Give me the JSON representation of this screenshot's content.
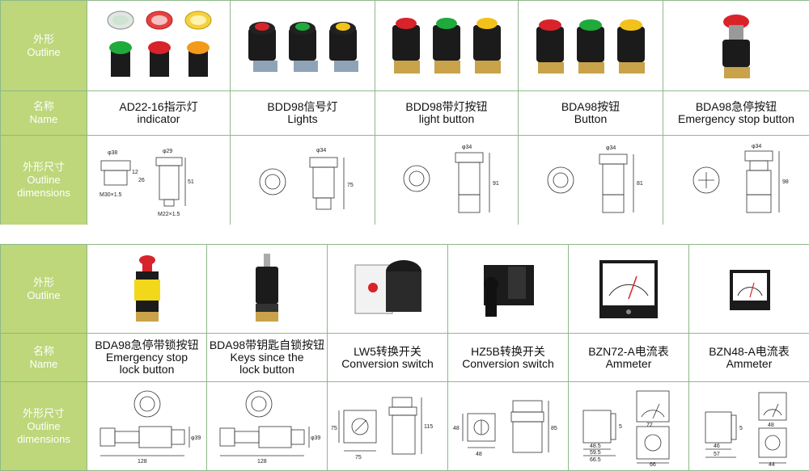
{
  "colors": {
    "header_bg": "#bdd77a",
    "grid": "#8fb88a",
    "red": "#d8232a",
    "green": "#1faa3c",
    "yellow": "#f2c21a",
    "black": "#1b1b1b"
  },
  "row_labels": {
    "outline": {
      "zh": "外形",
      "en": "Outline"
    },
    "name": {
      "zh": "名称",
      "en": "Name"
    },
    "dims": {
      "zh": "外形尺寸",
      "en1": "Outline",
      "en2": "dimensions"
    }
  },
  "table1": [
    {
      "zh": "AD22-16指示灯",
      "en": "indicator",
      "dims": [
        "φ38",
        "12",
        "26",
        "M30×1.5",
        "φ29",
        "51",
        "M22×1.5"
      ]
    },
    {
      "zh": "BDD98信号灯",
      "en": "Lights",
      "dims": [
        "φ34",
        "75"
      ]
    },
    {
      "zh": "BDD98带灯按钮",
      "en": "light button",
      "dims": [
        "φ34",
        "91"
      ]
    },
    {
      "zh": "BDA98按钮",
      "en": "Button",
      "dims": [
        "φ34",
        "81"
      ]
    },
    {
      "zh": "BDA98急停按钮",
      "en": "Emergency stop button",
      "dims": [
        "φ34",
        "98"
      ]
    }
  ],
  "table2": [
    {
      "zh": "BDA98急停带锁按钮",
      "en1": "Emergency stop",
      "en2": "lock button",
      "dims": [
        "128",
        "φ39"
      ]
    },
    {
      "zh": "BDA98带钥匙自锁按钮",
      "en1": "Keys since the",
      "en2": "lock button",
      "dims": [
        "128",
        "φ39"
      ]
    },
    {
      "zh": "LW5转换开关",
      "en1": "Conversion switch",
      "en2": "",
      "dims": [
        "75",
        "75",
        "115"
      ]
    },
    {
      "zh": "HZ5B转换开关",
      "en1": "Conversion switch",
      "en2": "",
      "dims": [
        "48",
        "48",
        "85"
      ]
    },
    {
      "zh": "BZN72-A电流表",
      "en1": "Ammeter",
      "en2": "",
      "dims": [
        "72",
        "5",
        "48.5",
        "59.5",
        "66.5",
        "66"
      ]
    },
    {
      "zh": "BZN48-A电流表",
      "en1": "Ammeter",
      "en2": "",
      "dims": [
        "48",
        "5",
        "46",
        "57",
        "44"
      ]
    }
  ]
}
